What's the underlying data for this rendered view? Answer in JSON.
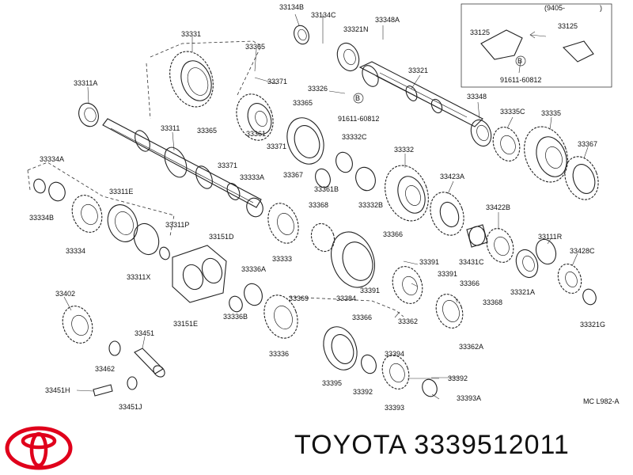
{
  "diagram": {
    "code": "MC L982-A",
    "revision_note": "(9405-",
    "labels": {
      "p33134B": "33134B",
      "p33134C": "33134C",
      "p33348A": "33348A",
      "p33331": "33331",
      "p33365a": "33365",
      "p33321N": "33321N",
      "p33125a": "33125",
      "p33125b": "33125",
      "p91611a": "91611-60812",
      "p33371a": "33371",
      "p33321": "33321",
      "p33311A": "33311A",
      "p33326": "33326",
      "p33348": "33348",
      "p33365b": "33365",
      "p33335C": "33335C",
      "p33335": "33335",
      "p91611b": "91611-60812",
      "p33311": "33311",
      "p33365c": "33365",
      "p33361": "33361",
      "p33371b": "33371",
      "p33332C": "33332C",
      "p33367a": "33367",
      "p33367b": "33367",
      "p33334A": "33334A",
      "p33371c": "33371",
      "p33333A": "33333A",
      "p33361B": "33361B",
      "p33332": "33332",
      "p33423A": "33423A",
      "p33311E": "33311E",
      "p33332B": "33332B",
      "p33334B": "33334B",
      "p33368a": "33368",
      "p33422B": "33422B",
      "p33311P": "33311P",
      "p33151D": "33151D",
      "p33366a": "33366",
      "p33111R": "33111R",
      "p33334": "33334",
      "p33333": "33333",
      "p33391a": "33391",
      "p33431C": "33431C",
      "p33428C": "33428C",
      "p33311X": "33311X",
      "p33336A": "33336A",
      "p33391b": "33391",
      "p33366b": "33366",
      "p33321A": "33321A",
      "p33402": "33402",
      "p33391c": "33391",
      "p33369": "33369",
      "p33384": "33384",
      "p33368b": "33368",
      "p33151E": "33151E",
      "p33336B": "33336B",
      "p33366c": "33366",
      "p33362": "33362",
      "p33321G": "33321G",
      "p33451": "33451",
      "p33394": "33394",
      "p33362A": "33362A",
      "p33336": "33336",
      "p33462": "33462",
      "p33392a": "33392",
      "p33395": "33395",
      "p33451H": "33451H",
      "p33392b": "33392",
      "p33393A": "33393A",
      "p33451J": "33451J",
      "p33393": "33393"
    }
  },
  "brand": {
    "name": "TOYOTA",
    "part_number": "3339512011",
    "logo": "toyota-logo-icon"
  }
}
